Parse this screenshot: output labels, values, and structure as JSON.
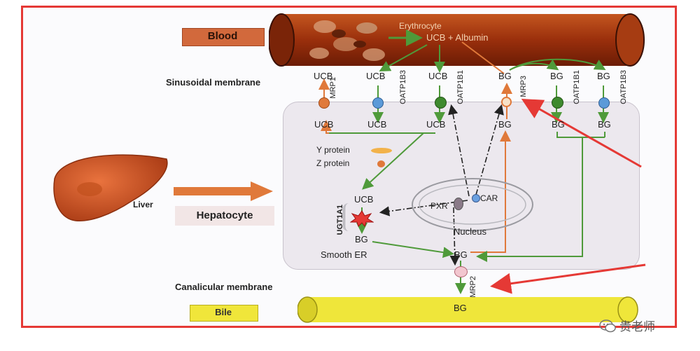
{
  "labels": {
    "blood": "Blood",
    "erythrocyte": "Erythrocyte",
    "ucb_albumin": "UCB + Albumin",
    "sinusoidal": "Sinusoidal membrane",
    "liver": "Liver",
    "hepatocyte": "Hepatocyte",
    "canalicular": "Canalicular membrane",
    "bile": "Bile",
    "bile_bg": "BG",
    "y_protein": "Y protein",
    "z_protein": "Z protein",
    "smooth_er": "Smooth ER",
    "nucleus": "Nucleus",
    "pxr": "PXR",
    "car": "CAR",
    "ugt": "UGT1A1",
    "watermark": "贵老师"
  },
  "membrane": {
    "top_labels": [
      "UCB",
      "UCB",
      "UCB",
      "BG",
      "BG",
      "BG"
    ],
    "transporters": [
      "MRP1",
      "OATP1B3",
      "OATP1B1",
      "MRP3",
      "OATP1B1",
      "OATP1B3"
    ],
    "inner_labels": [
      "UCB",
      "UCB",
      "UCB",
      "BG",
      "BG",
      "BG"
    ]
  },
  "inner": {
    "ucb_er": "UCB",
    "bg_er": "BG",
    "bg_center": "BG",
    "mrp2": "MRP2"
  },
  "colors": {
    "frame": "#e53935",
    "blood": "#a63c12",
    "bile": "#efe63a",
    "green_arrow": "#4f9a3a",
    "orange_arrow": "#e0793a"
  }
}
